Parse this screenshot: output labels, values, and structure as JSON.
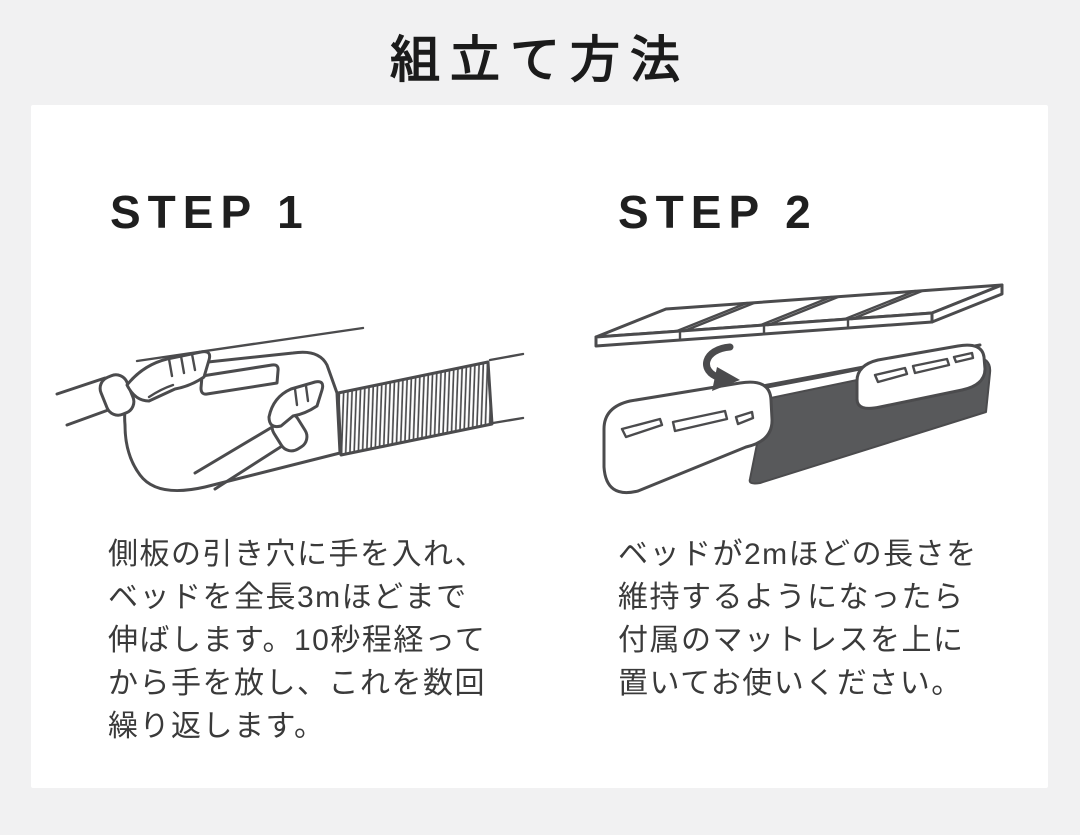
{
  "title": "組立て方法",
  "steps": [
    {
      "heading": "STEP 1",
      "figure_label": "hands-pulling-expandable-bed-illustration",
      "description": "側板の引き穴に手を入れ、\nベッドを全長3mほどまで\n伸ばします。10秒程経って\nから手を放し、これを数回\n繰り返します。"
    },
    {
      "heading": "STEP 2",
      "figure_label": "mattress-placed-on-extended-bed-illustration",
      "description": "ベッドが2mほどの長さを\n維持するようになったら\n付属のマットレスを上に\n置いてお使いください。"
    }
  ],
  "colors": {
    "page_background": "#f1f1f2",
    "panel_background": "#ffffff",
    "title_text": "#1b1b1b",
    "heading_text": "#1f1f1f",
    "body_text": "#3a3a3a",
    "line_art": "#4b4b4d",
    "bed_side_dark": "#58595b"
  }
}
